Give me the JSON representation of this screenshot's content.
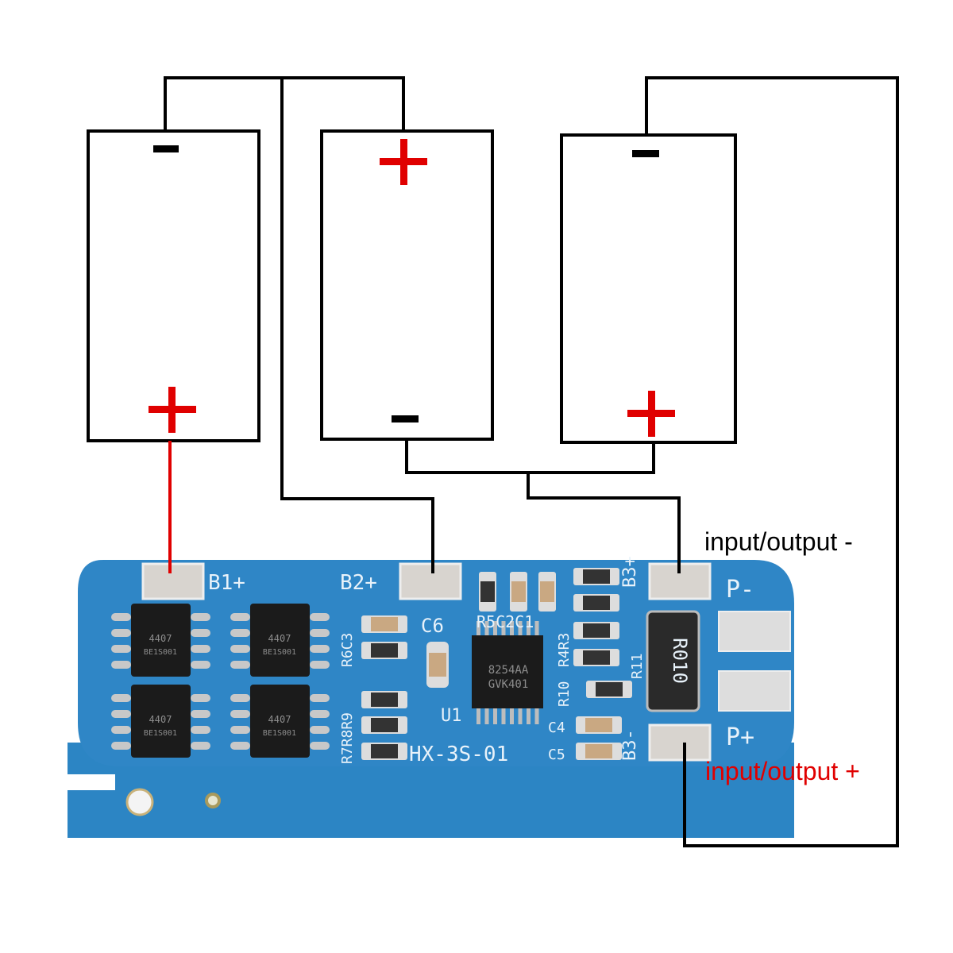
{
  "batteries": [
    {
      "top_terminal": "-",
      "bottom_terminal": "+"
    },
    {
      "top_terminal": "+",
      "bottom_terminal": "-"
    },
    {
      "top_terminal": "-",
      "bottom_terminal": "+"
    }
  ],
  "labels": {
    "output_minus": "input/output -",
    "output_plus": "input/output +"
  },
  "pcb": {
    "pads": {
      "b1": "B1+",
      "b2": "B2+",
      "b3p": "B3+",
      "b3m": "B3-",
      "pm": "P-",
      "pp": "P+"
    },
    "board_name": "HX-3S-01",
    "ic_line1": "8254AA",
    "ic_line2": "GVK401",
    "ic_ref": "U1",
    "shunt": "R010",
    "mosfet_line1": "4407",
    "mosfet_line2": "BE1S001",
    "refs": {
      "c6": "C6",
      "r5c2c1": "R5C2C1",
      "r6c3": "R6C3",
      "r9r8r7": "R7R8R9",
      "r3r4": "R4R3",
      "r10": "R10",
      "r11": "R11",
      "c4": "C4",
      "c5": "C5"
    }
  },
  "colors": {
    "wire": "#000000",
    "positive": "#e00000",
    "pcb": "#2f86c6",
    "pad": "#d8d4cf",
    "chip": "#1b1b1b"
  }
}
